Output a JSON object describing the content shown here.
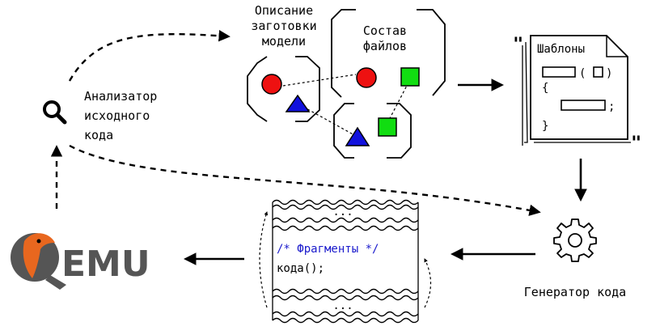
{
  "labels": {
    "model_desc": [
      "Описание",
      "заготовки",
      "модели"
    ],
    "files": [
      "Состав",
      "файлов"
    ],
    "templates": "Шаблоны",
    "analyzer": [
      "Анализатор",
      "исходного",
      "кода"
    ],
    "generator": "Генератор кода",
    "code_comment": "/* Фрагменты */",
    "code_call": "кода();",
    "ellipsis_top": "...",
    "ellipsis_bottom": "...",
    "logo_text": "EMU",
    "template_paren_open": "(",
    "template_paren_close": ")",
    "template_brace_open": "{",
    "template_brace_close": "}",
    "template_semicolon": ";",
    "quote_open": "\"",
    "quote_close": "\""
  },
  "icons": {
    "analyzer": "magnifier-icon",
    "generator": "gear-icon",
    "logo": "qemu-logo"
  },
  "colors": {
    "red": "#ee1111",
    "blue": "#1111dd",
    "green": "#11dd11",
    "comment": "#1a1acc",
    "logo_orange": "#e8671f"
  }
}
